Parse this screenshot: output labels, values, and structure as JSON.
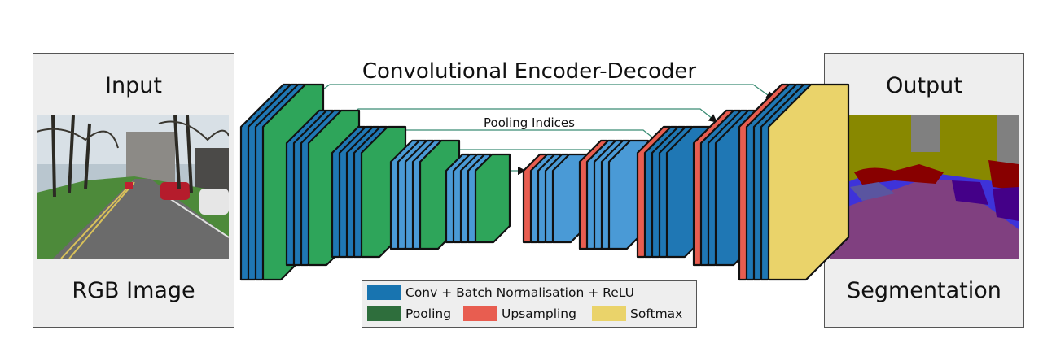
{
  "input_panel": {
    "title": "Input",
    "caption": "RGB Image"
  },
  "output_panel": {
    "title": "Output",
    "caption": "Segmentation"
  },
  "diagram": {
    "title": "Convolutional Encoder-Decoder",
    "pooling_label": "Pooling Indices"
  },
  "legend": {
    "conv": "Conv + Batch Normalisation + ReLU",
    "pool": "Pooling",
    "up": "Upsampling",
    "softmax": "Softmax"
  },
  "colors": {
    "conv_dark": "#1f77b4",
    "conv_light": "#4a9ad6",
    "pool": "#2ea55a",
    "pool_legend": "#2e6e3c",
    "up": "#e85d50",
    "softmax": "#ead36a",
    "skip_line": "#3a8c73",
    "legend_conv": "#1874b0"
  }
}
